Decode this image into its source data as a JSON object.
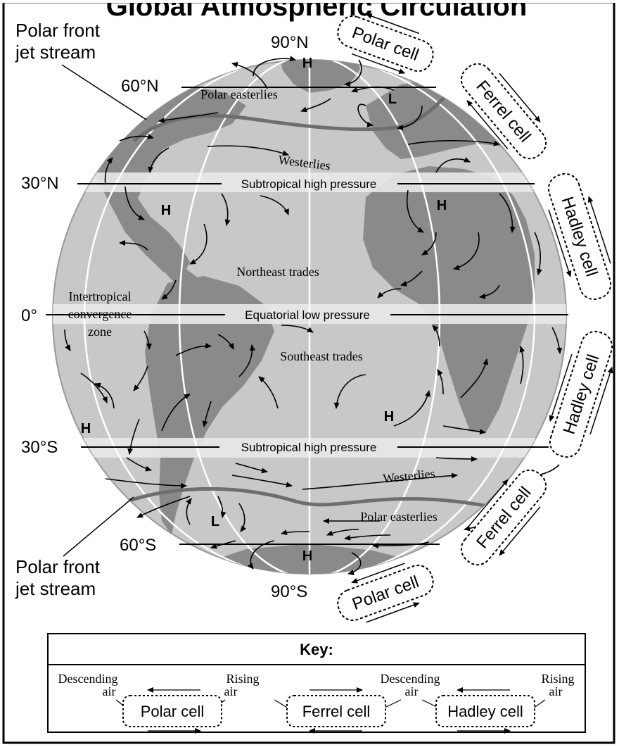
{
  "top_title_fragment": "Global Atmospheric Circulation",
  "latitudes": {
    "n90": "90°N",
    "n60": "60°N",
    "n30": "30°N",
    "eq": "0°",
    "s30": "30°S",
    "s60": "60°S",
    "s90": "90°S"
  },
  "jet_label_north": [
    "Polar front",
    "jet stream"
  ],
  "jet_label_south": [
    "Polar front",
    "jet stream"
  ],
  "belts": {
    "subtropical_high_north": "Subtropical high pressure",
    "equatorial_low": "Equatorial low pressure",
    "subtropical_high_south": "Subtropical high pressure"
  },
  "winds": {
    "polar_easterlies_north": "Polar easterlies",
    "westerlies_north": "Westerlies",
    "northeast_trades": "Northeast trades",
    "southeast_trades": "Southeast trades",
    "westerlies_south": "Westerlies",
    "polar_easterlies_south": "Polar easterlies"
  },
  "itcz": [
    "Intertropical",
    "convergence",
    "zone"
  ],
  "pressure_marks": {
    "h_north_pole": "H",
    "l_north": "L",
    "h_atlantic_north": "H",
    "h_africa": "H",
    "h_pacific_south": "H",
    "h_atlantic_south": "H",
    "l_south": "L",
    "h_south_pole": "H"
  },
  "cells": {
    "polar_north": "Polar cell",
    "ferrel_north": "Ferrel cell",
    "hadley_north": "Hadley cell",
    "hadley_south": "Hadley cell",
    "ferrel_south": "Ferrel cell",
    "polar_south": "Polar cell"
  },
  "key": {
    "title": "Key:",
    "descending_1": [
      "Descending",
      "air"
    ],
    "rising_1": [
      "Rising",
      "air"
    ],
    "descending_2": [
      "Descending",
      "air"
    ],
    "rising_2": [
      "Rising",
      "air"
    ],
    "cell_polar": "Polar cell",
    "cell_ferrel": "Ferrel cell",
    "cell_hadley": "Hadley cell"
  },
  "colors": {
    "ocean": "#c8c8c8",
    "land": "#8a8a8a",
    "belt": "#e8e8e8",
    "jet": "#6e6e6e",
    "line": "#000000"
  }
}
